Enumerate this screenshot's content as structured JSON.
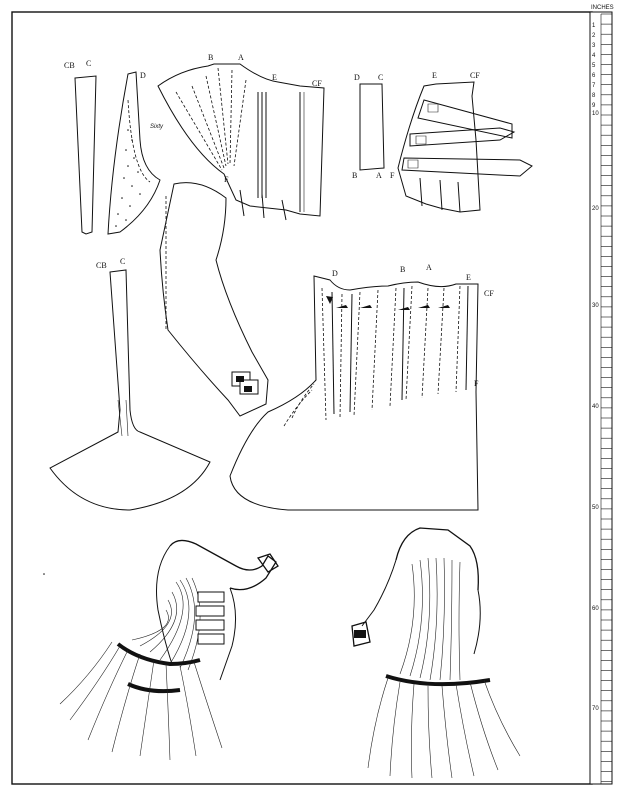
{
  "ruler": {
    "title": "INCHES",
    "small_labels": [
      "1",
      "2",
      "3",
      "4",
      "5",
      "6",
      "7",
      "8",
      "9"
    ],
    "major_labels": [
      "10",
      "20",
      "30",
      "40",
      "50",
      "60",
      "70"
    ]
  },
  "pattern_labels": {
    "piece1": [
      "CB",
      "C",
      "D"
    ],
    "piece2": [
      "B",
      "A",
      "E",
      "CF",
      "F"
    ],
    "piece2_note": "Sixty",
    "piece3": [
      "D",
      "C",
      "B",
      "A",
      "F"
    ],
    "piece4": [
      "E",
      "CF"
    ],
    "piece5": [
      "CB",
      "C"
    ],
    "piece6": [
      "D",
      "B",
      "A",
      "E",
      "CF",
      "F"
    ]
  }
}
